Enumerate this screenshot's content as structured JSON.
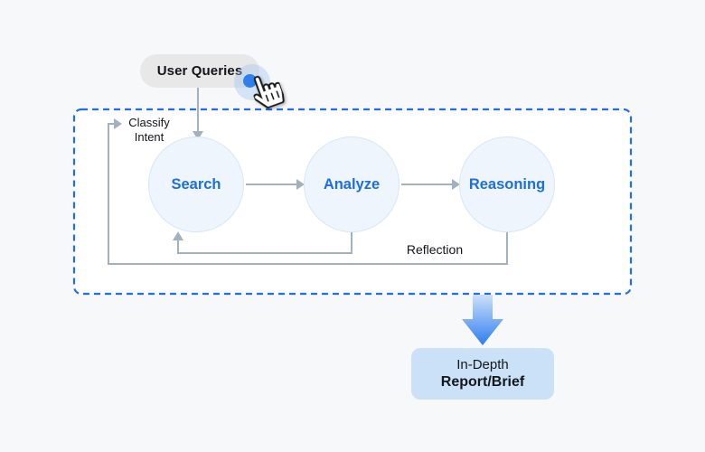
{
  "input": {
    "label": "User Queries"
  },
  "cursor": {
    "icon": "hand-pointer-cursor",
    "click_dot_color": "#2f80ed"
  },
  "pipeline": {
    "classify": {
      "line1": "Classify",
      "line2": "Intent"
    },
    "nodes": [
      {
        "label": "Search"
      },
      {
        "label": "Analyze"
      },
      {
        "label": "Reasoning"
      }
    ],
    "reflection_label": "Reflection"
  },
  "output": {
    "line1": "In-Depth",
    "line2": "Report/Brief"
  },
  "colors": {
    "background": "#f7f8fa",
    "boundary_dashed_blue": "#1f6ef2",
    "boundary_fill": "#ffffff",
    "connector_gray": "#a3b1bf",
    "node_fill": "#eef5fd",
    "node_border": "#d8e6f6",
    "node_text_blue": "#1d6fe0",
    "pill_background": "#e8e8e9",
    "output_box_background": "#cbe1f8",
    "output_arrow_gradient_top": "#cce0f9",
    "output_arrow_gradient_bottom": "#2e7df0",
    "text_dark": "#111418"
  }
}
